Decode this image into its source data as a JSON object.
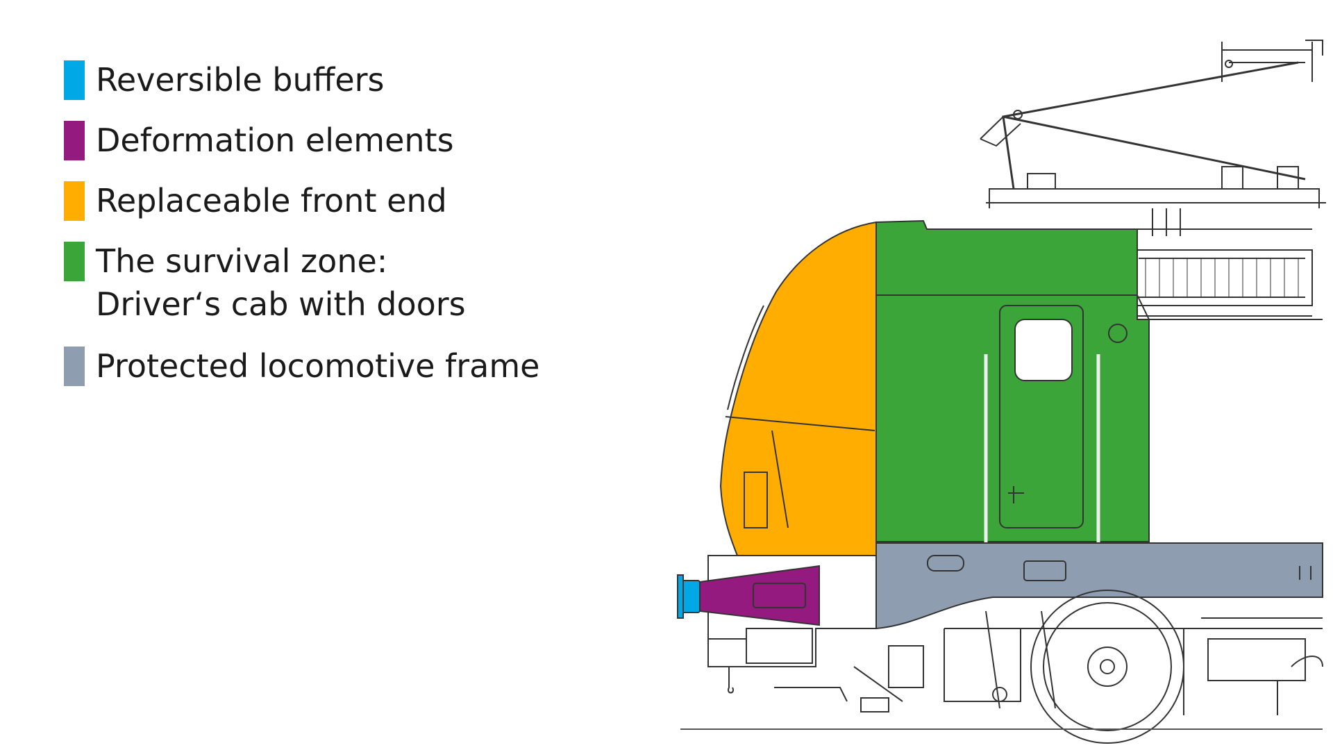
{
  "legend": {
    "items": [
      {
        "key": "buffers",
        "lines": [
          "Reversible buffers"
        ],
        "color": "#00a8e6"
      },
      {
        "key": "deformation",
        "lines": [
          "Deformation elements"
        ],
        "color": "#951a7f"
      },
      {
        "key": "front",
        "lines": [
          "Replaceable front end"
        ],
        "color": "#ffad00"
      },
      {
        "key": "survival",
        "lines": [
          "The survival zone:",
          "Driver‘s cab with doors"
        ],
        "color": "#3ca53a"
      },
      {
        "key": "frame",
        "lines": [
          "Protected locomotive frame"
        ],
        "color": "#8e9eb0"
      }
    ]
  },
  "colors": {
    "outline": "#333333",
    "background": "#ffffff"
  }
}
